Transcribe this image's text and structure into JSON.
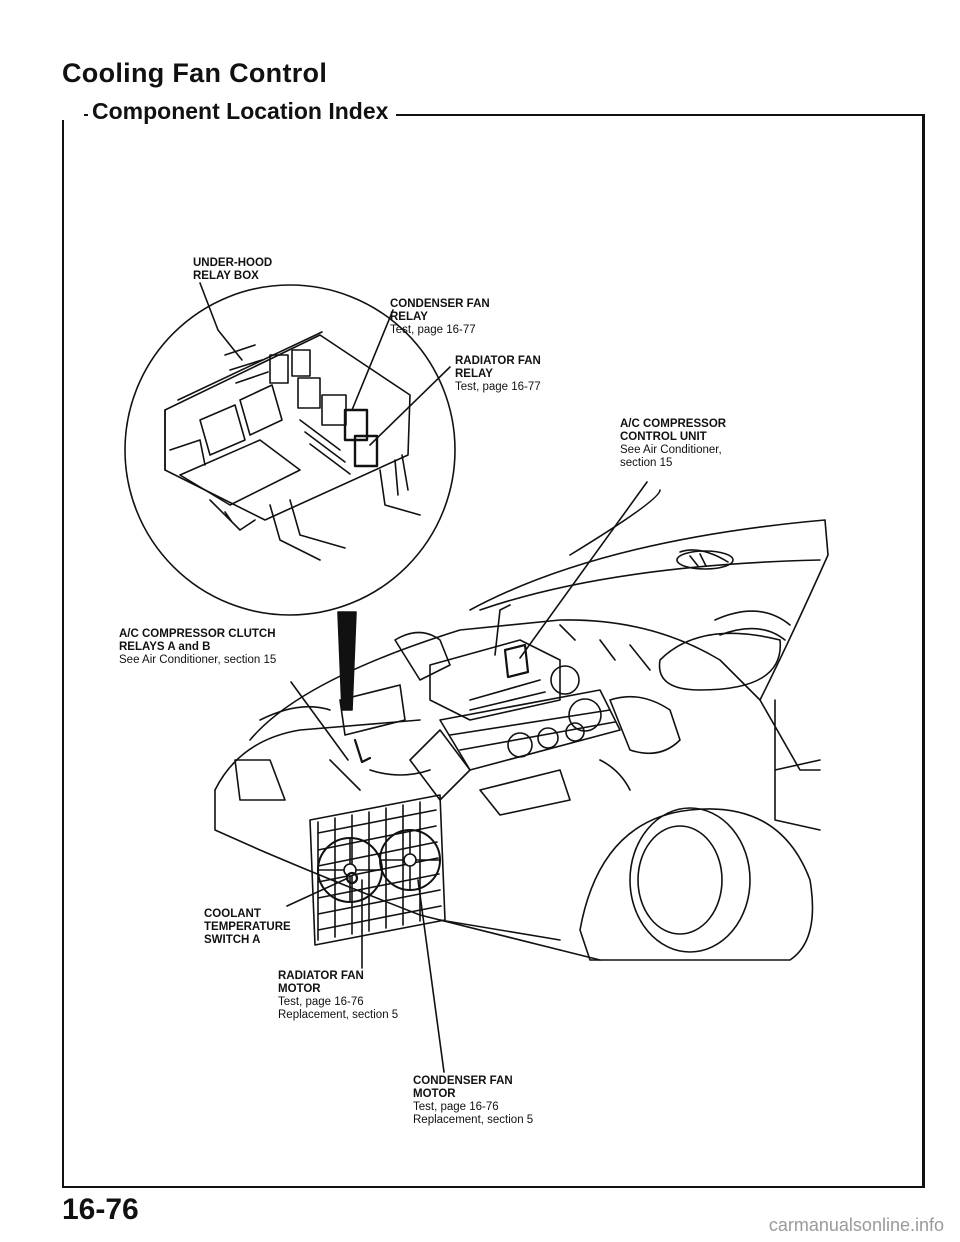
{
  "header": {
    "title": "Cooling Fan Control",
    "subtitle": "Component Location Index"
  },
  "callouts": {
    "under_hood_relay_box": {
      "line1": "UNDER-HOOD",
      "line2": "RELAY BOX"
    },
    "condenser_fan_relay": {
      "line1": "CONDENSER FAN",
      "line2": "RELAY",
      "ref": "Test, page 16-77"
    },
    "radiator_fan_relay": {
      "line1": "RADIATOR FAN",
      "line2": "RELAY",
      "ref": "Test, page 16-77"
    },
    "ac_compressor_control_unit": {
      "line1": "A/C COMPRESSOR",
      "line2": "CONTROL UNIT",
      "ref1": "See Air Conditioner,",
      "ref2": "section 15"
    },
    "ac_compressor_clutch_relays": {
      "line1": "A/C COMPRESSOR CLUTCH",
      "line2": "RELAYS A and B",
      "ref": "See Air Conditioner, section 15"
    },
    "coolant_temperature_switch": {
      "line1": "COOLANT",
      "line2": "TEMPERATURE",
      "line3": "SWITCH A"
    },
    "radiator_fan_motor": {
      "line1": "RADIATOR FAN",
      "line2": "MOTOR",
      "ref1": "Test, page 16-76",
      "ref2": "Replacement, section 5"
    },
    "condenser_fan_motor": {
      "line1": "CONDENSER FAN",
      "line2": "MOTOR",
      "ref1": "Test, page 16-76",
      "ref2": "Replacement, section 5"
    }
  },
  "footer": {
    "page_number": "16-76",
    "watermark": "carmanualsonline.info"
  }
}
